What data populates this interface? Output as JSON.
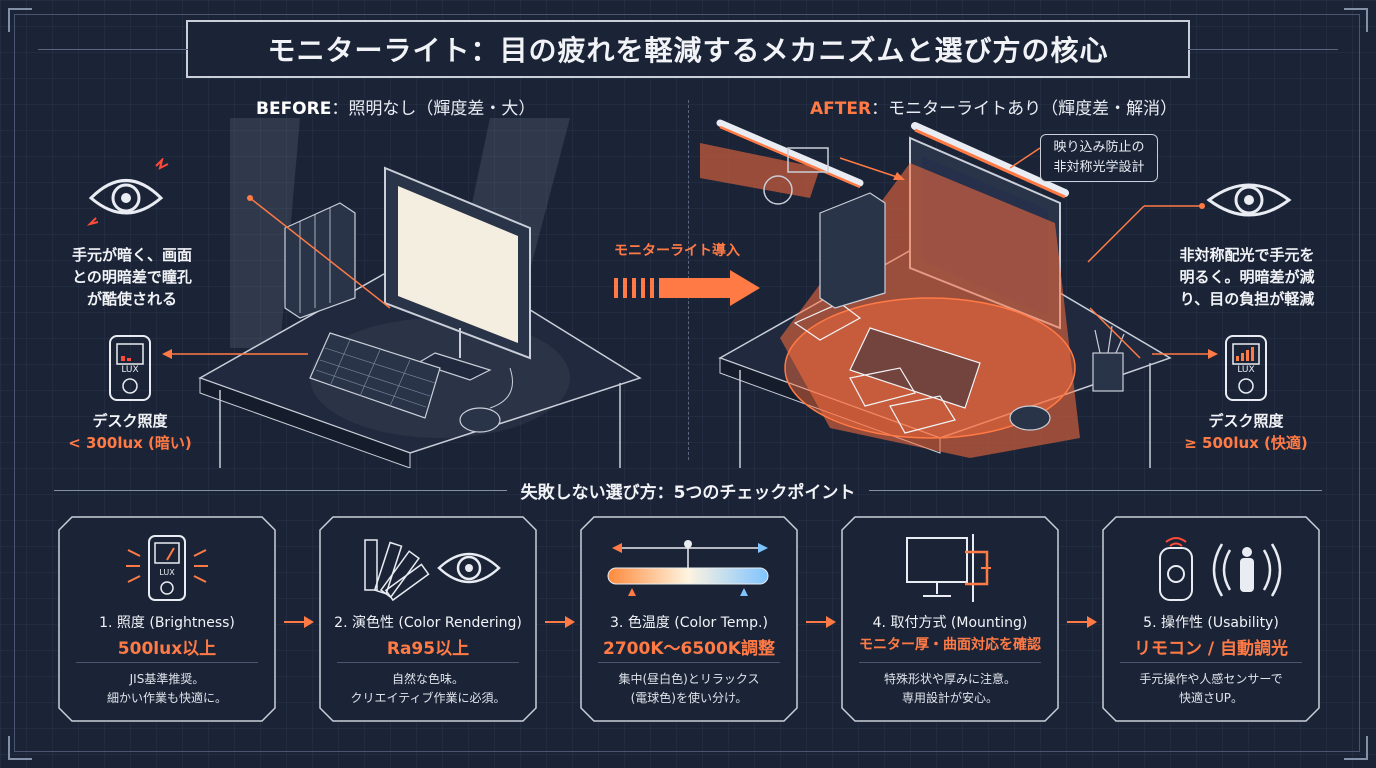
{
  "title": "モニターライト：目の疲れを軽減するメカニズムと選び方の核心",
  "before": {
    "tag": "BEFORE",
    "label": "：照明なし（輝度差・大）",
    "eye_text": [
      "手元が暗く、画面",
      "との明暗差で瞳孔",
      "が酷使される"
    ],
    "meter_label": "LUX",
    "desk_label": "デスク照度",
    "desk_value": "< 300lux (暗い)"
  },
  "transition": {
    "label": "モニターライト導入"
  },
  "after": {
    "tag": "AFTER",
    "label": "：モニターライトあり（輝度差・解消）",
    "callout": [
      "映り込み防止の",
      "非対称光学設計"
    ],
    "eye_text": [
      "非対称配光で手元を",
      "明るく。明暗差が減",
      "り、目の負担が軽減"
    ],
    "meter_label": "LUX",
    "desk_label": "デスク照度",
    "desk_value": "≥ 500lux (快適)"
  },
  "checkpoints_title": "失敗しない選び方：5つのチェックポイント",
  "cards": [
    {
      "title": "1. 照度 (Brightness)",
      "spec": "500lux以上",
      "desc": [
        "JIS基準推奨。",
        "細かい作業も快適に。"
      ],
      "icon": "lux-meter-icon",
      "icon_label": "LUX"
    },
    {
      "title": "2. 演色性 (Color Rendering)",
      "spec": "Ra95以上",
      "desc": [
        "自然な色味。",
        "クリエイティブ作業に必須。"
      ],
      "icon": "color-swatch-eye-icon"
    },
    {
      "title": "3. 色温度 (Color Temp.)",
      "spec": "2700K～6500K調整",
      "desc": [
        "集中(昼白色)とリラックス",
        "(電球色)を使い分け。"
      ],
      "icon": "color-temp-slider-icon"
    },
    {
      "title": "4. 取付方式 (Mounting)",
      "spec": "モニター厚・曲面対応を確認",
      "desc": [
        "特殊形状や厚みに注意。",
        "専用設計が安心。"
      ],
      "icon": "monitor-clamp-icon"
    },
    {
      "title": "5. 操作性 (Usability)",
      "spec": "リモコン / 自動調光",
      "desc": [
        "手元操作や人感センサーで",
        "快適さUP。"
      ],
      "icon": "remote-sensor-icon"
    }
  ],
  "colors": {
    "accent": "#ff7a45",
    "background": "#1b2437",
    "line": "#c9ced8"
  }
}
